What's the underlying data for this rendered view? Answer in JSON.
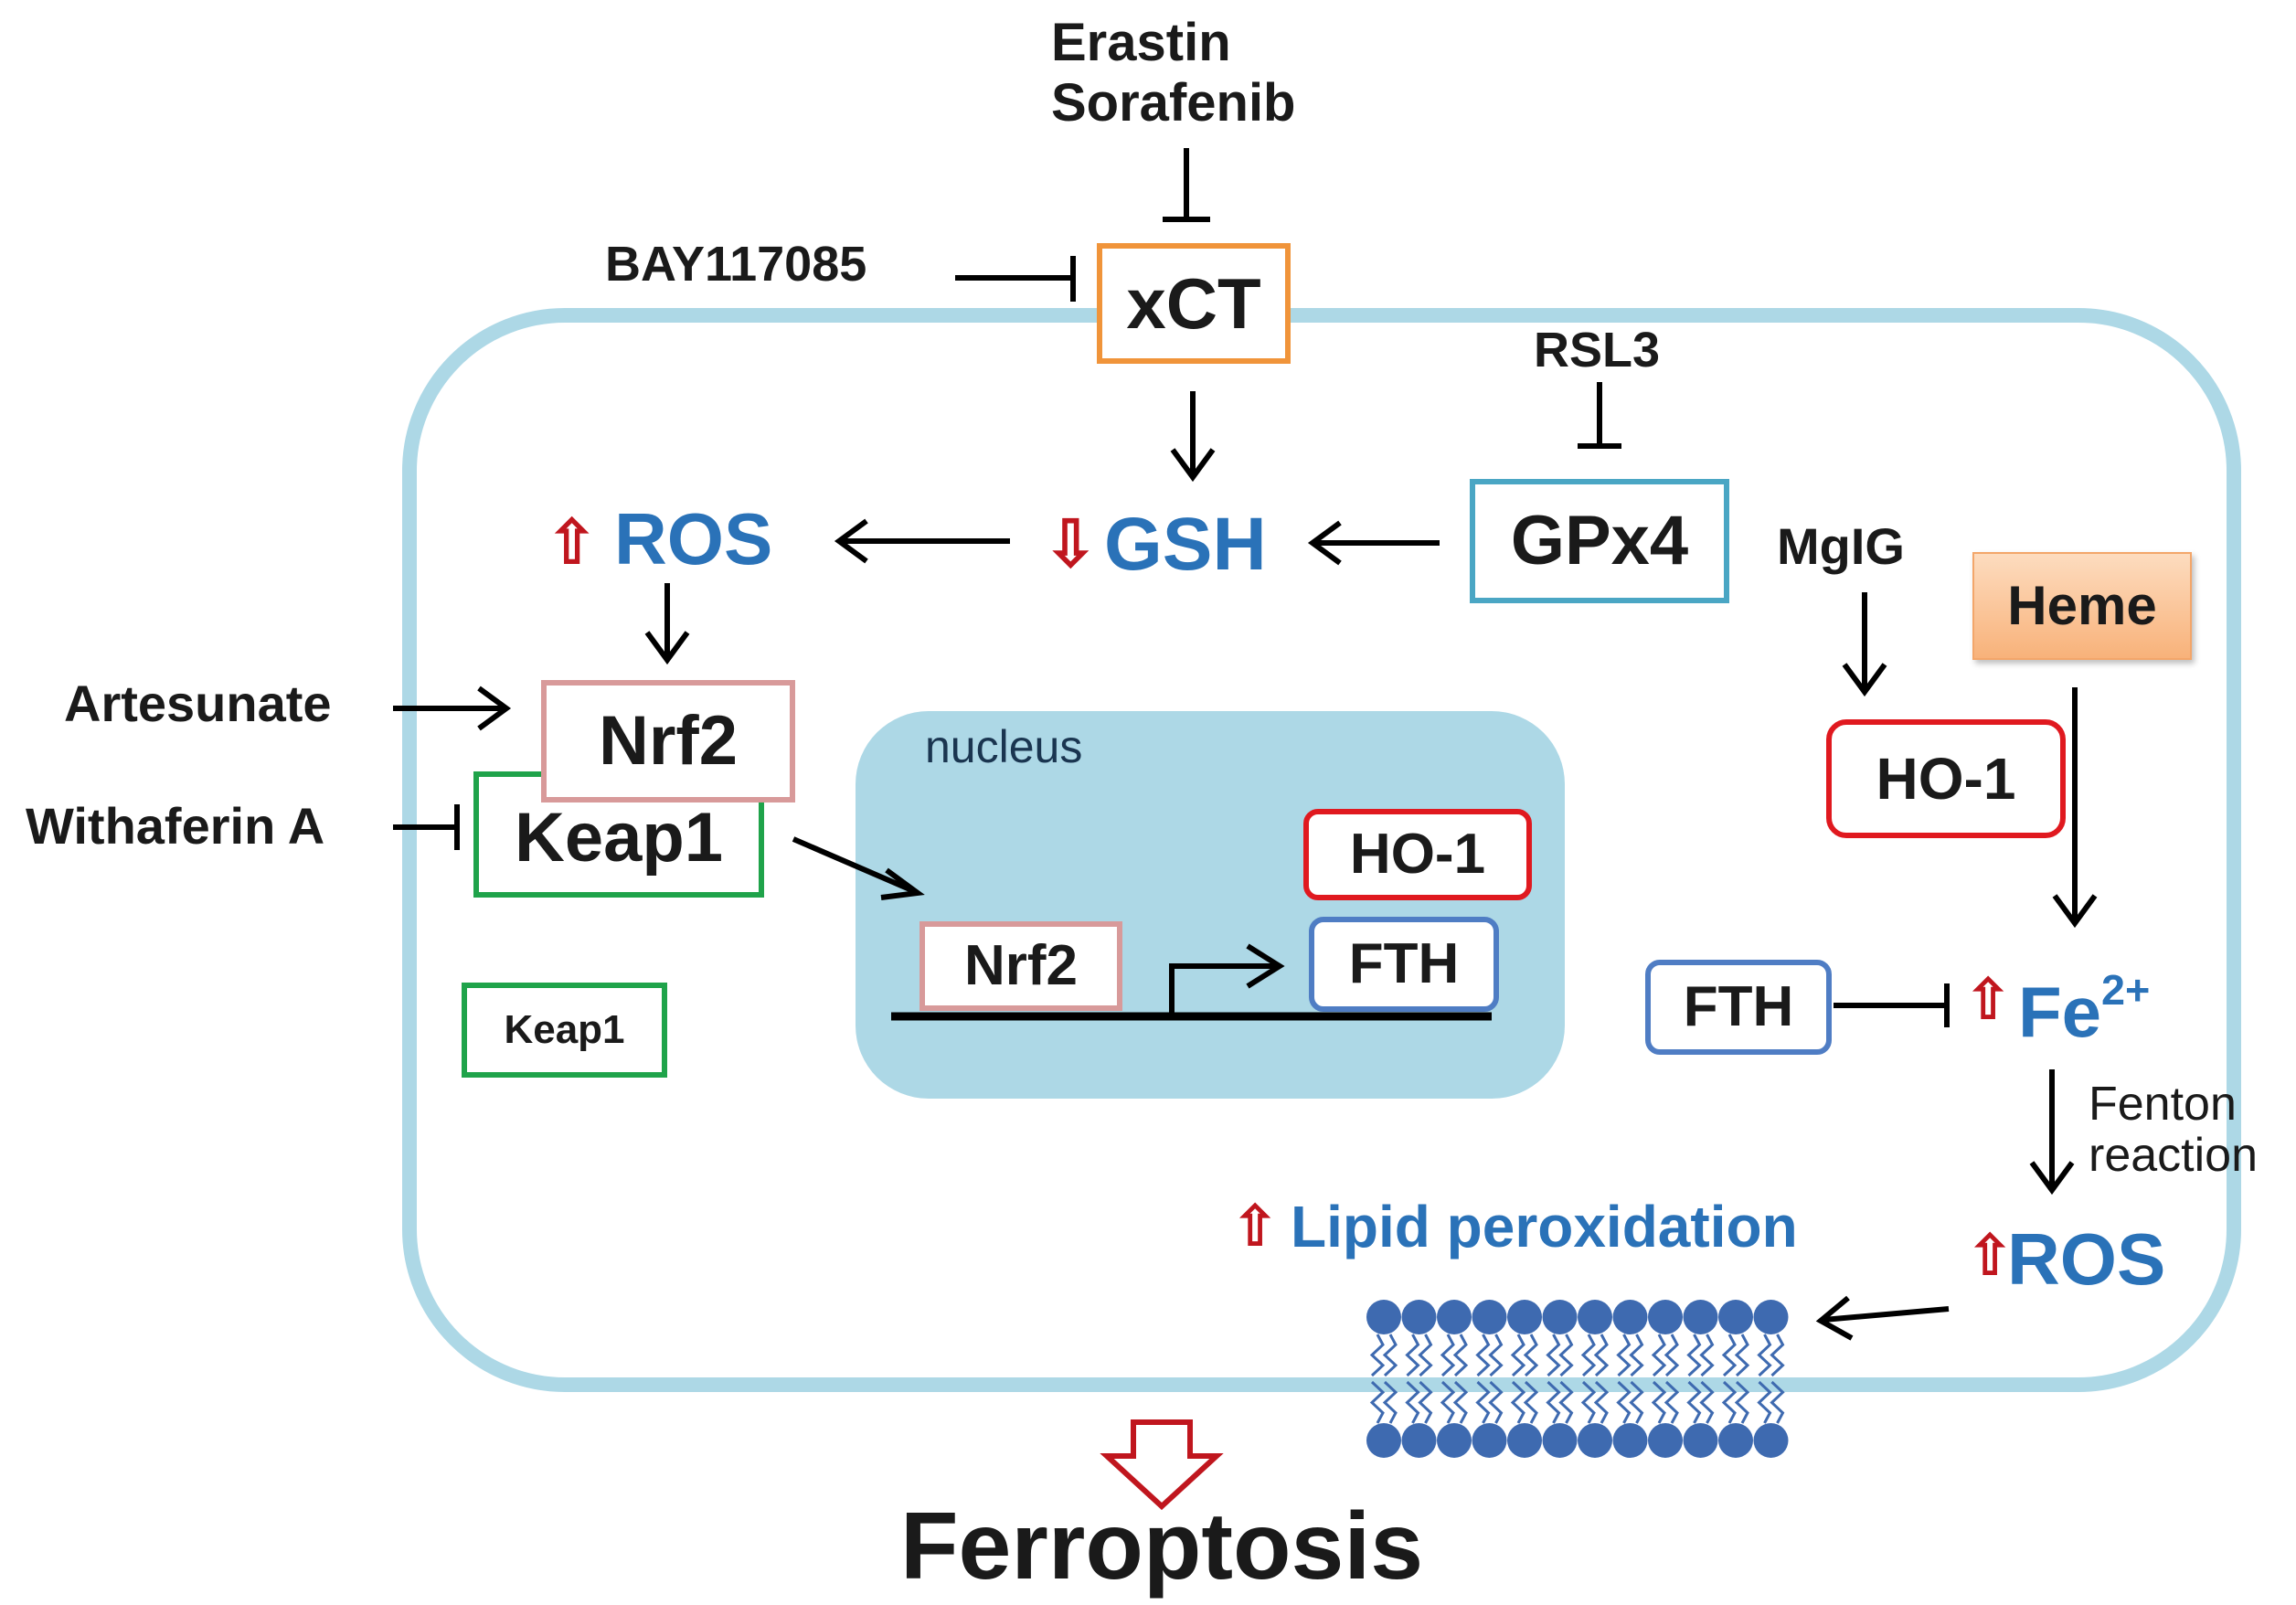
{
  "colors": {
    "cell_membrane": "#add8e6",
    "nucleus_fill": "#add8e6",
    "xct_border": "#f0943a",
    "gpx4_border": "#4aa6c4",
    "nrf2_border": "#d89a9a",
    "keap1_border": "#1fa34a",
    "ho1_border": "#e0191f",
    "fth_border": "#4f7dc4",
    "heme_fill": "#fbc69a",
    "blue_text": "#2a72b8",
    "red_arrow": "#c0161e",
    "lipid_head": "#3e6ab0"
  },
  "drugs": {
    "erastin": "Erastin",
    "sorafenib": "Sorafenib",
    "bay": "BAY117085",
    "rsl3": "RSL3",
    "artesunate": "Artesunate",
    "withaferin": "Withaferin A",
    "mgig": "MgIG"
  },
  "nodes": {
    "xct": "xCT",
    "gsh": "GSH",
    "ros_top": "ROS",
    "gpx4": "GPx4",
    "nrf2_cyto": "Nrf2",
    "keap1_bound": "Keap1",
    "keap1_free": "Keap1",
    "heme": "Heme",
    "ho1_cyto": "HO-1",
    "fth_cyto": "FTH",
    "fe": "Fe",
    "fe_charge": "2+",
    "ros_bottom": "ROS",
    "lipid": "Lipid peroxidation",
    "fenton_1": "Fenton",
    "fenton_2": "reaction",
    "outcome": "Ferroptosis"
  },
  "nucleus": {
    "label": "nucleus",
    "ho1": "HO-1",
    "fth": "FTH",
    "nrf2": "Nrf2"
  },
  "indicators": {
    "up": "⇧",
    "down": "⇩"
  }
}
